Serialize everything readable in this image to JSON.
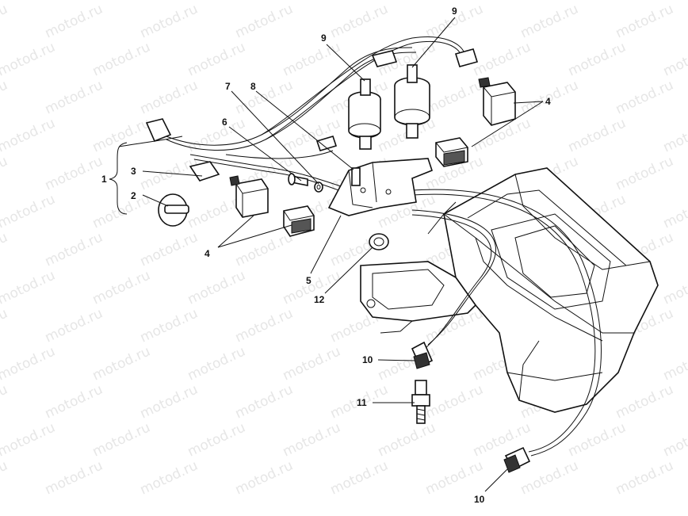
{
  "watermark": {
    "text": "motod.ru"
  },
  "diagram": {
    "labels": [
      {
        "id": "1",
        "text": "1"
      },
      {
        "id": "2",
        "text": "2"
      },
      {
        "id": "3",
        "text": "3"
      },
      {
        "id": "4a",
        "text": "4"
      },
      {
        "id": "4b",
        "text": "4"
      },
      {
        "id": "5",
        "text": "5"
      },
      {
        "id": "6",
        "text": "6"
      },
      {
        "id": "7",
        "text": "7"
      },
      {
        "id": "8",
        "text": "8"
      },
      {
        "id": "9a",
        "text": "9"
      },
      {
        "id": "9b",
        "text": "9"
      },
      {
        "id": "10a",
        "text": "10"
      },
      {
        "id": "10b",
        "text": "10"
      },
      {
        "id": "11",
        "text": "11"
      },
      {
        "id": "12",
        "text": "12"
      }
    ]
  }
}
